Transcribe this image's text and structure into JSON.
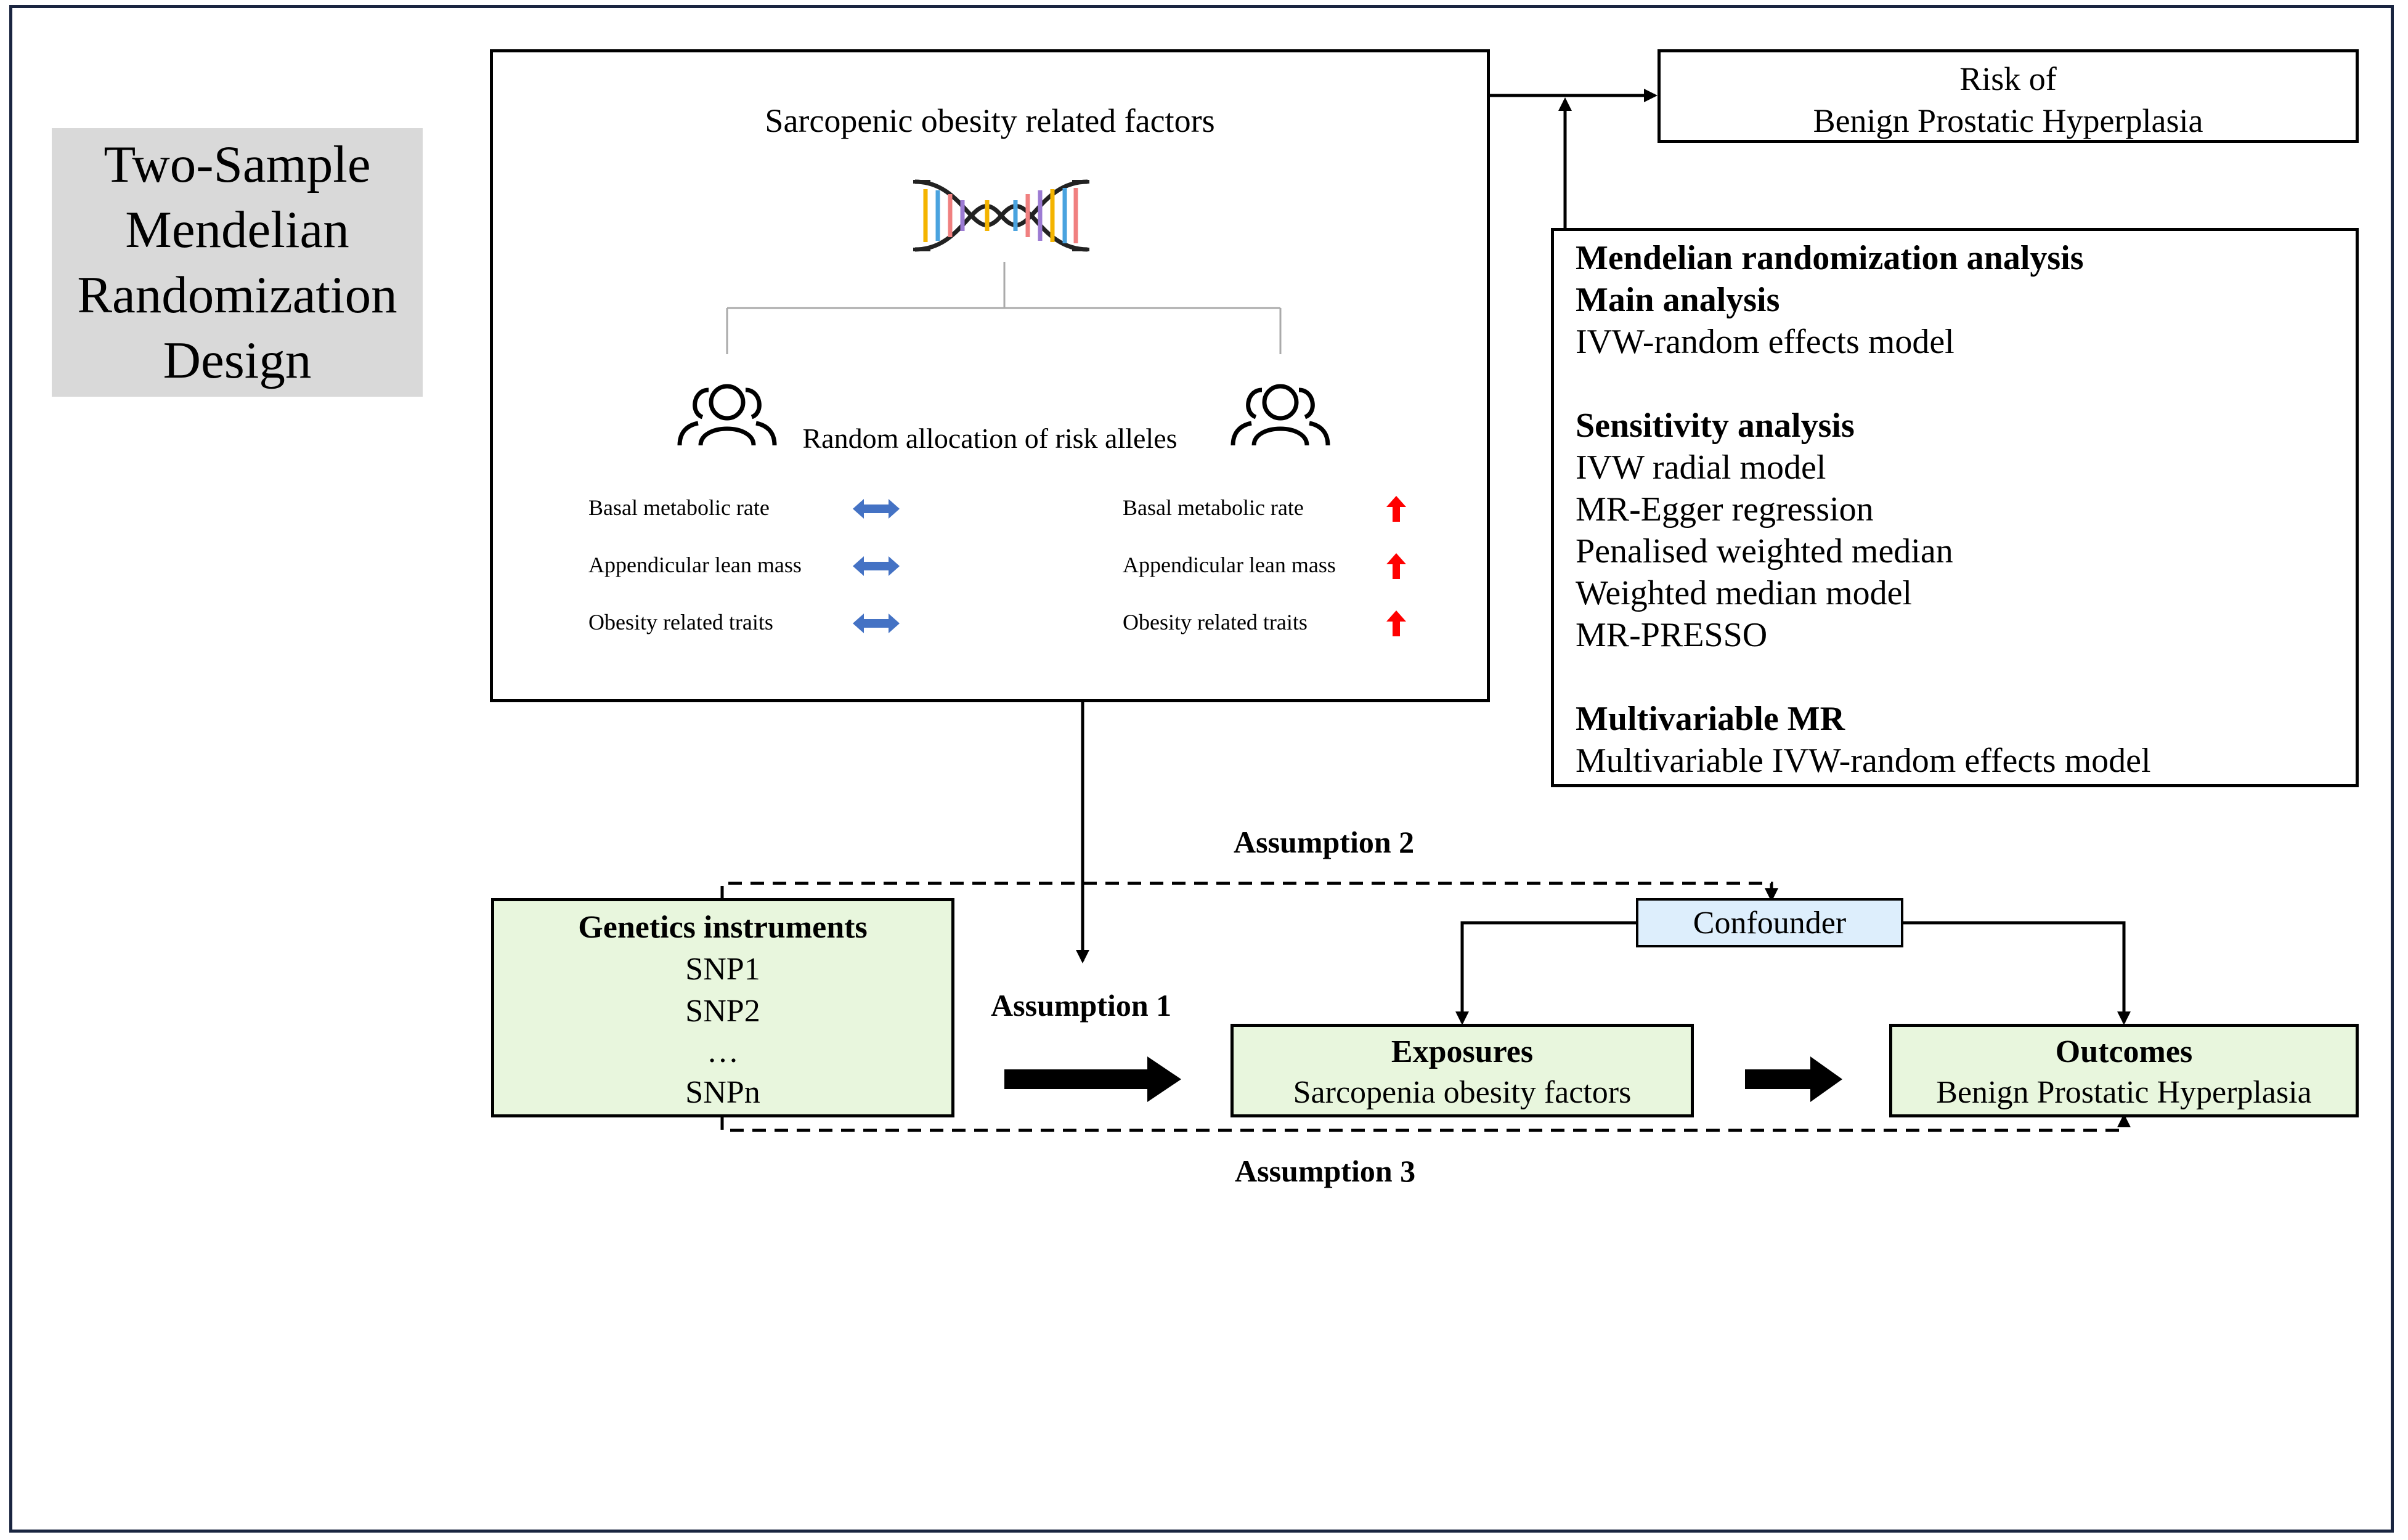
{
  "design_title": [
    "Two-Sample",
    "Mendelian",
    "Randomization",
    "Design"
  ],
  "factors_panel": {
    "title": "Sarcopenic obesity related factors",
    "dna_icon": "dna-helix-icon",
    "group_icon": "people-group-icon",
    "allocation_label": "Random allocation of risk alleles",
    "left_traits": [
      "Basal metabolic rate",
      "Appendicular lean mass",
      "Obesity related traits"
    ],
    "right_traits": [
      "Basal metabolic rate",
      "Appendicular lean mass",
      "Obesity related traits"
    ],
    "left_arrow": "double-arrow-icon",
    "right_arrow": "up-arrow-icon",
    "left_arrow_color": "#4472c4",
    "right_arrow_color": "#ff0000"
  },
  "risk_box": {
    "line1": "Risk of",
    "line2": "Benign Prostatic Hyperplasia"
  },
  "analysis_box": {
    "heading": "Mendelian randomization analysis",
    "main_heading": "Main analysis",
    "main_items": [
      "IVW-random effects model"
    ],
    "sensitivity_heading": "Sensitivity analysis",
    "sensitivity_items": [
      "IVW radial model",
      "MR-Egger regression",
      "Penalised weighted median",
      "Weighted median model",
      "MR-PRESSO"
    ],
    "multivariable_heading": "Multivariable MR",
    "multivariable_items": [
      "Multivariable IVW-random effects model"
    ]
  },
  "assumptions": {
    "a1": "Assumption 1",
    "a2": "Assumption 2",
    "a3": "Assumption 3"
  },
  "genetics_box": {
    "heading": "Genetics instruments",
    "items": [
      "SNP1",
      "SNP2",
      "…",
      "SNPn"
    ]
  },
  "confounder_box": {
    "label": "Confounder",
    "color": "#ddeefc"
  },
  "exposures_box": {
    "heading": "Exposures",
    "text": "Sarcopenia obesity factors"
  },
  "outcomes_box": {
    "heading": "Outcomes",
    "text": "Benign Prostatic Hyperplasia"
  },
  "colors": {
    "box_green": "#e8f6dd",
    "title_gray": "#d9d9d9",
    "frame": "#1a2540"
  }
}
